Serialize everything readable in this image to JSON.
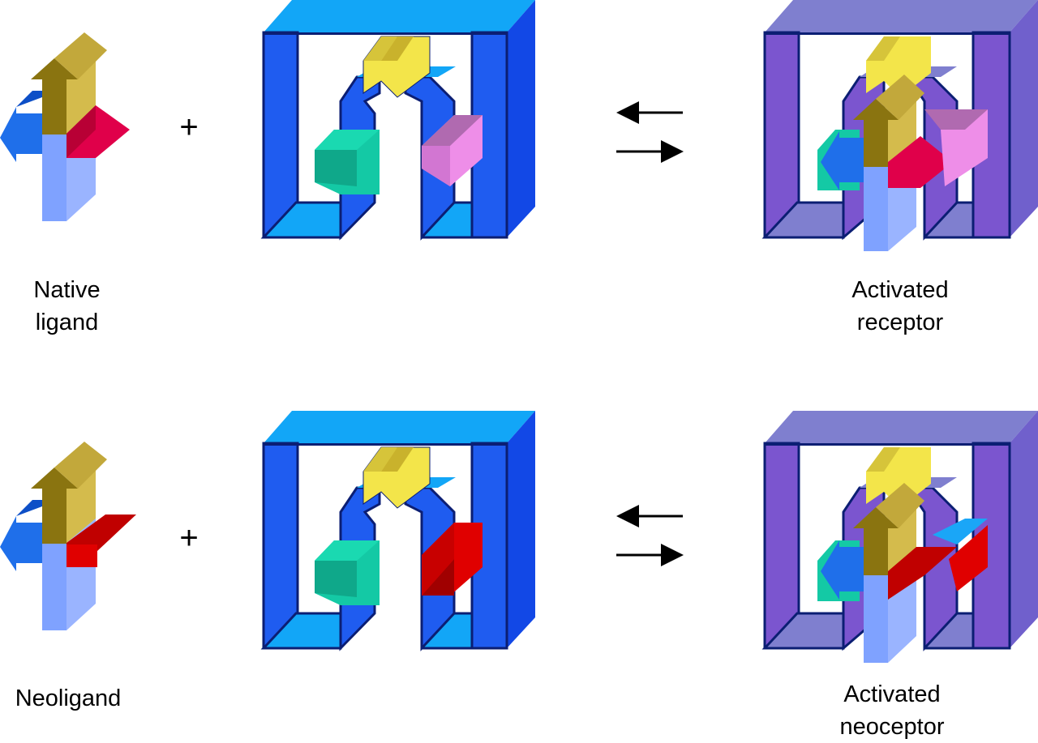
{
  "rows": [
    {
      "ligand_label": [
        "Native",
        "ligand"
      ],
      "complex_label": [
        "Activated",
        "receptor"
      ]
    },
    {
      "ligand_label": [
        "Neoligand"
      ],
      "complex_label": [
        "Activated",
        "neoceptor"
      ]
    }
  ],
  "operator": "+",
  "colors": {
    "receptor_front": "#1f5cf0",
    "receptor_top": "#12a6f7",
    "receptor_outline": "#0b1e73",
    "complex_front": "#7b55cf",
    "complex_top": "#7f7fcf",
    "ligand_gold": "#8a7410",
    "ligand_gold_light": "#d4bb4c",
    "ligand_blue": "#1f6fea",
    "ligand_stem": "#7fa2ff",
    "native_red": "#e0004a",
    "neo_red": "#d40000",
    "yellow": "#f3e54a",
    "teal": "#14c9a5",
    "pink": "#ee8ee8"
  }
}
